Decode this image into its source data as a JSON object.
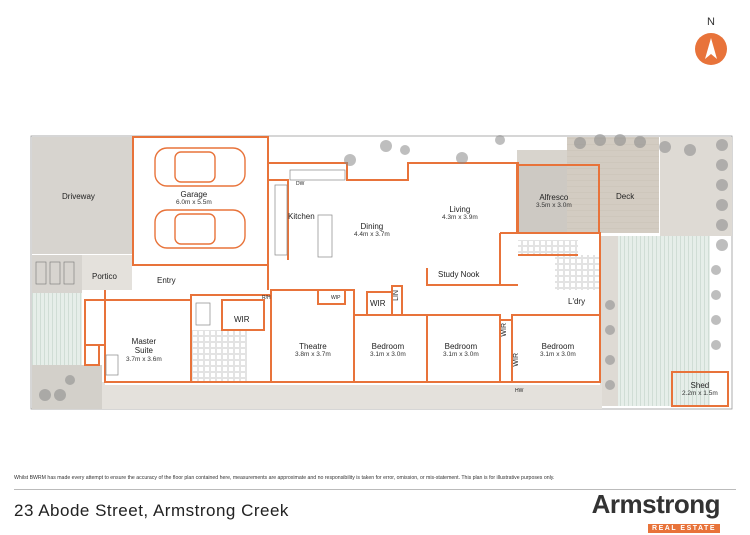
{
  "compass": {
    "letter": "N",
    "icon": "north-arrow-icon"
  },
  "rooms": {
    "driveway": {
      "name": "Driveway"
    },
    "garage": {
      "name": "Garage",
      "dims": "6.0m x 5.5m"
    },
    "portico": {
      "name": "Portico"
    },
    "entry": {
      "name": "Entry"
    },
    "kitchen": {
      "name": "Kitchen"
    },
    "dw": {
      "name": "DW"
    },
    "dining": {
      "name": "Dining",
      "dims": "4.4m x 3.7m"
    },
    "living": {
      "name": "Living",
      "dims": "4.3m x 3.9m"
    },
    "alfresco": {
      "name": "Alfresco",
      "dims": "3.5m x 3.0m"
    },
    "deck": {
      "name": "Deck"
    },
    "study_nook": {
      "name": "Study Nook"
    },
    "master": {
      "name": "Master\nSuite",
      "dims": "3.7m x 3.6m"
    },
    "wir_master": {
      "name": "WIR"
    },
    "theatre": {
      "name": "Theatre",
      "dims": "3.8m x 3.7m"
    },
    "wip": {
      "name": "WIP"
    },
    "wir_bed1": {
      "name": "WIR"
    },
    "lin": {
      "name": "LIN"
    },
    "bed1": {
      "name": "Bedroom",
      "dims": "3.1m x 3.0m"
    },
    "bed2": {
      "name": "Bedroom",
      "dims": "3.1m x 3.0m"
    },
    "bed3": {
      "name": "Bedroom",
      "dims": "3.1m x 3.0m"
    },
    "wir_a": {
      "name": "WIR"
    },
    "wir_b": {
      "name": "WIR"
    },
    "ldry": {
      "name": "L'dry"
    },
    "shed": {
      "name": "Shed",
      "dims": "2.2m x 1.5m"
    },
    "hw": {
      "name": "HW"
    },
    "r_h": {
      "name": "R/H"
    }
  },
  "disclaimer": "Whilst BWRM  has made every attempt to ensure the accuracy of the floor plan contained here, measurements are approximate and no responsibility is taken for error, omission, or mis-statement. This plan is for illustrative purposes only.",
  "address": "23 Abode Street, Armstrong Creek",
  "brand": {
    "name": "Armstrong",
    "sub": "REAL ESTATE"
  },
  "colors": {
    "wall": "#e8733a",
    "lawn": "#dfe9e3",
    "paving": "#d9d6d0",
    "deck": "#cfc8bd"
  }
}
